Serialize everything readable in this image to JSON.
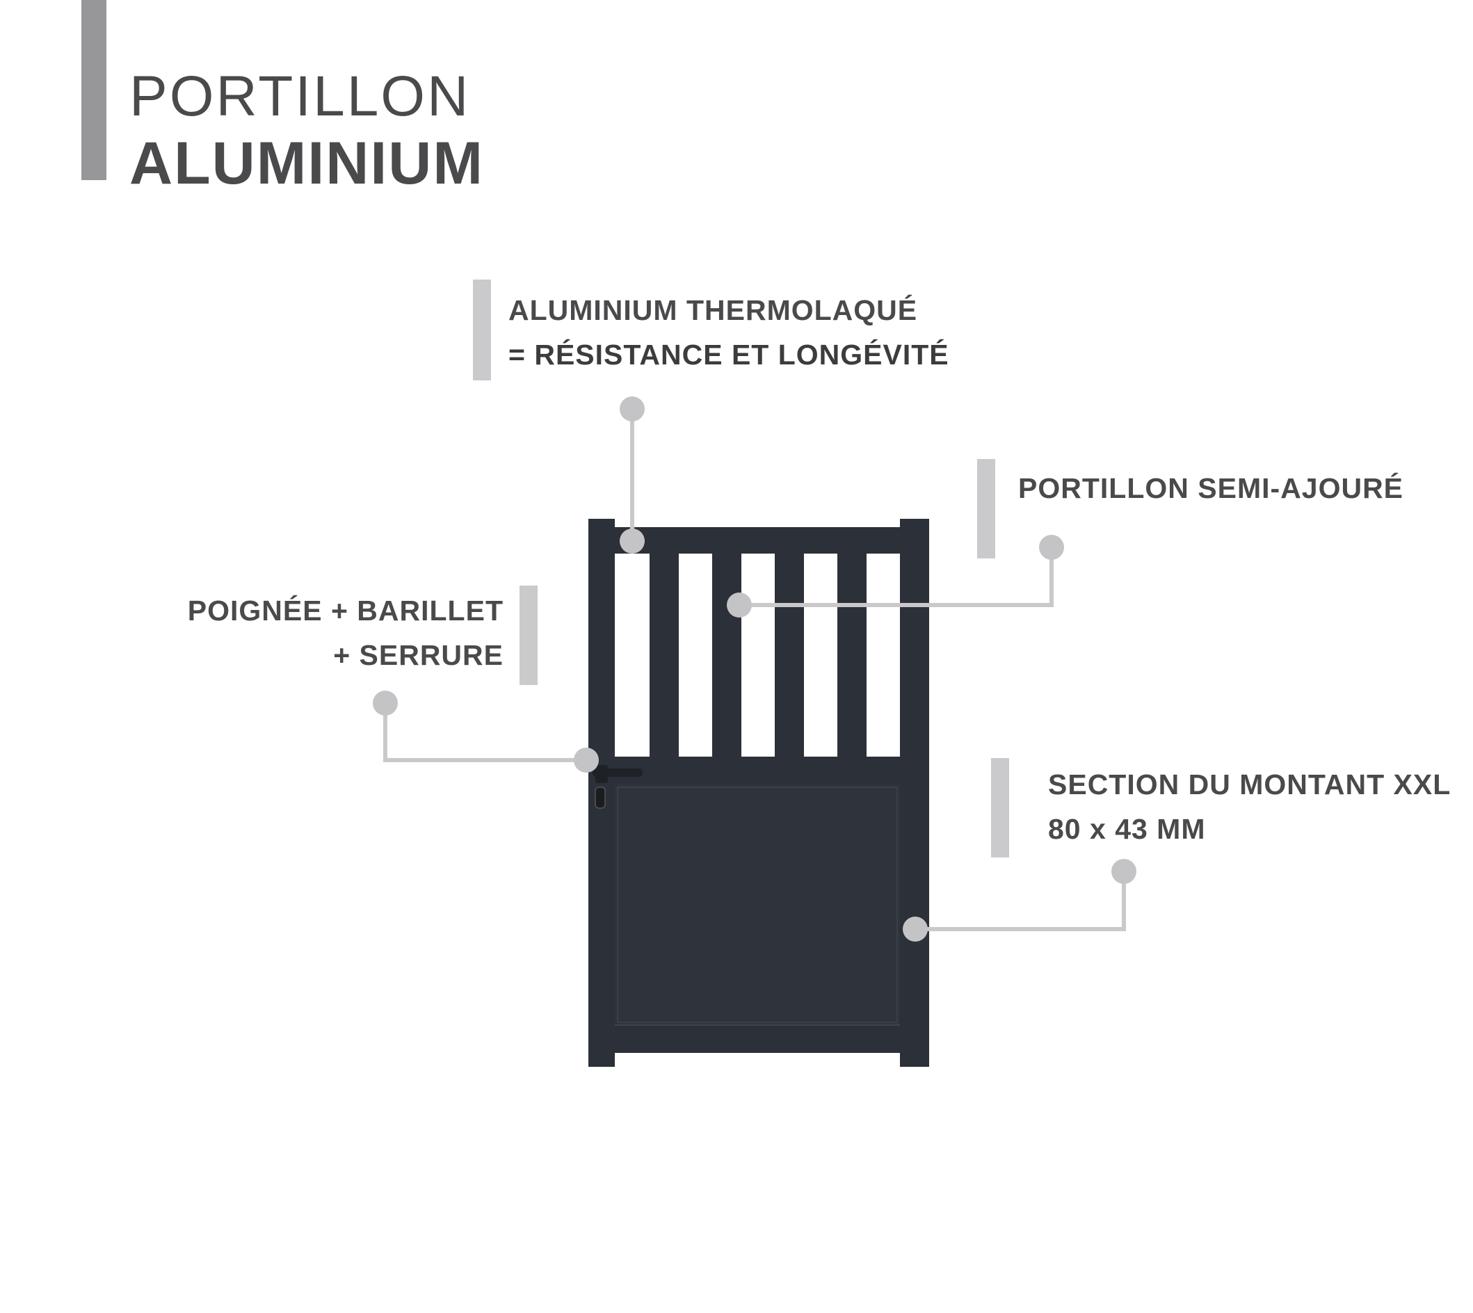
{
  "title": {
    "line1": "PORTILLON",
    "line2": "ALUMINIUM"
  },
  "callouts": {
    "material": {
      "line1": "ALUMINIUM THERMOLAQUÉ",
      "line2": "= RÉSISTANCE ET LONGÉVITÉ"
    },
    "style": {
      "line1": "PORTILLON SEMI-AJOURÉ"
    },
    "handle": {
      "line1": "POIGNÉE + BARILLET",
      "line2": "+ SERRURE"
    },
    "post": {
      "line1": "SECTION DU MONTANT XXL",
      "line2": "80 x 43 MM"
    }
  },
  "colors": {
    "gate": "#2c3038",
    "gate_edge": "#3a3f48",
    "callout_line": "#c9c9cb",
    "callout_dot": "#c4c4c7",
    "accent_bar": "#cacacc",
    "title_bar": "#97979a",
    "text": "#4a4a4c"
  }
}
